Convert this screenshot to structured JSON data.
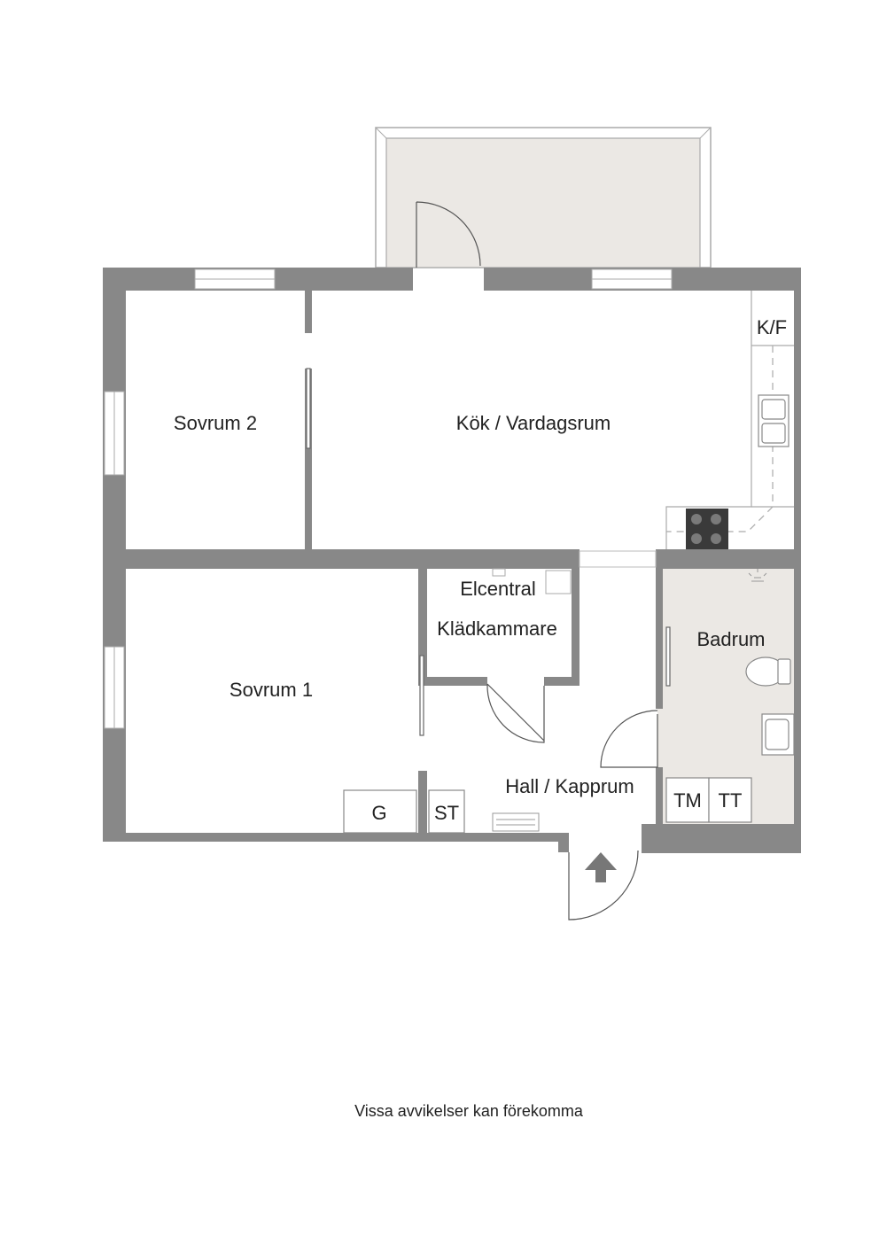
{
  "rooms": {
    "sovrum2": "Sovrum 2",
    "kok": "Kök / Vardagsrum",
    "elcentral": "Elcentral",
    "kladkammare": "Klädkammare",
    "badrum": "Badrum",
    "sovrum1": "Sovrum 1",
    "hall": "Hall / Kapprum"
  },
  "fixtures": {
    "kf": "K/F",
    "g": "G",
    "st": "ST",
    "tm": "TM",
    "tt": "TT"
  },
  "footer": {
    "note": "Vissa avvikelser kan förekomma"
  },
  "colors": {
    "wall": "#888888",
    "balcony": "#ebe8e4",
    "bathroom": "#ebe8e4",
    "window": "#ffffff",
    "line": "#bbbbbb"
  },
  "icons": {
    "entrance": "entrance-arrow-icon",
    "stove": "stove-icon",
    "sink": "sink-icon",
    "toilet": "toilet-icon",
    "shower": "shower-icon",
    "washbasin": "washbasin-icon"
  }
}
